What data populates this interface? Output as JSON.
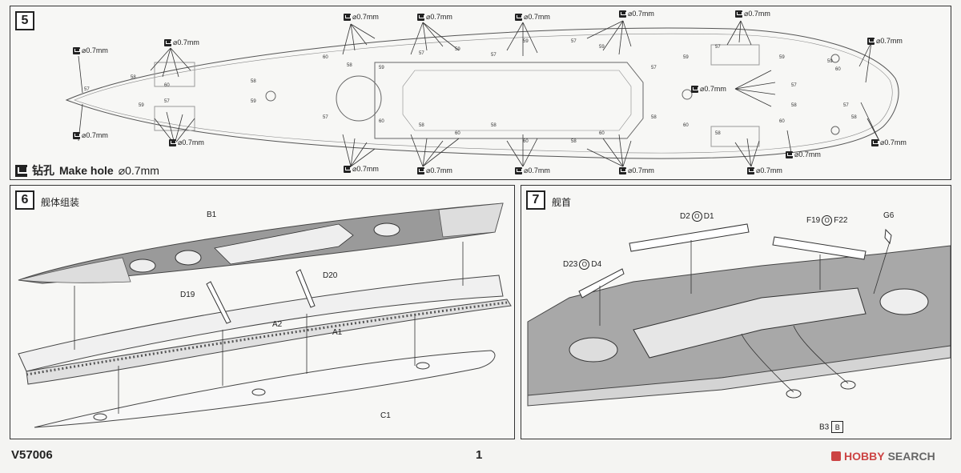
{
  "step5": {
    "number": "5",
    "legend_label": "钻孔",
    "legend_text": "Make hole",
    "legend_size": "⌀0.7mm",
    "hole_label": "⌀0.7mm"
  },
  "step6": {
    "number": "6",
    "title": "舰体组装",
    "parts": {
      "b1": "B1",
      "d20": "D20",
      "d19": "D19",
      "a2": "A2",
      "a1": "A1",
      "c1": "C1"
    }
  },
  "step7": {
    "number": "7",
    "title": "舰首",
    "parts": {
      "d2": "D2",
      "o1": "O",
      "d1": "D1",
      "f19": "F19",
      "o2": "O",
      "f22": "F22",
      "g6": "G6",
      "d23": "D23",
      "o3": "O",
      "d4": "D4",
      "b3": "B3",
      "b": "B"
    }
  },
  "footer": {
    "code": "V57006",
    "page": "1",
    "watermark_brand": "HOBBY",
    "watermark_text": "SEARCH"
  },
  "deck_numbers": [
    "57",
    "58",
    "59",
    "60"
  ]
}
